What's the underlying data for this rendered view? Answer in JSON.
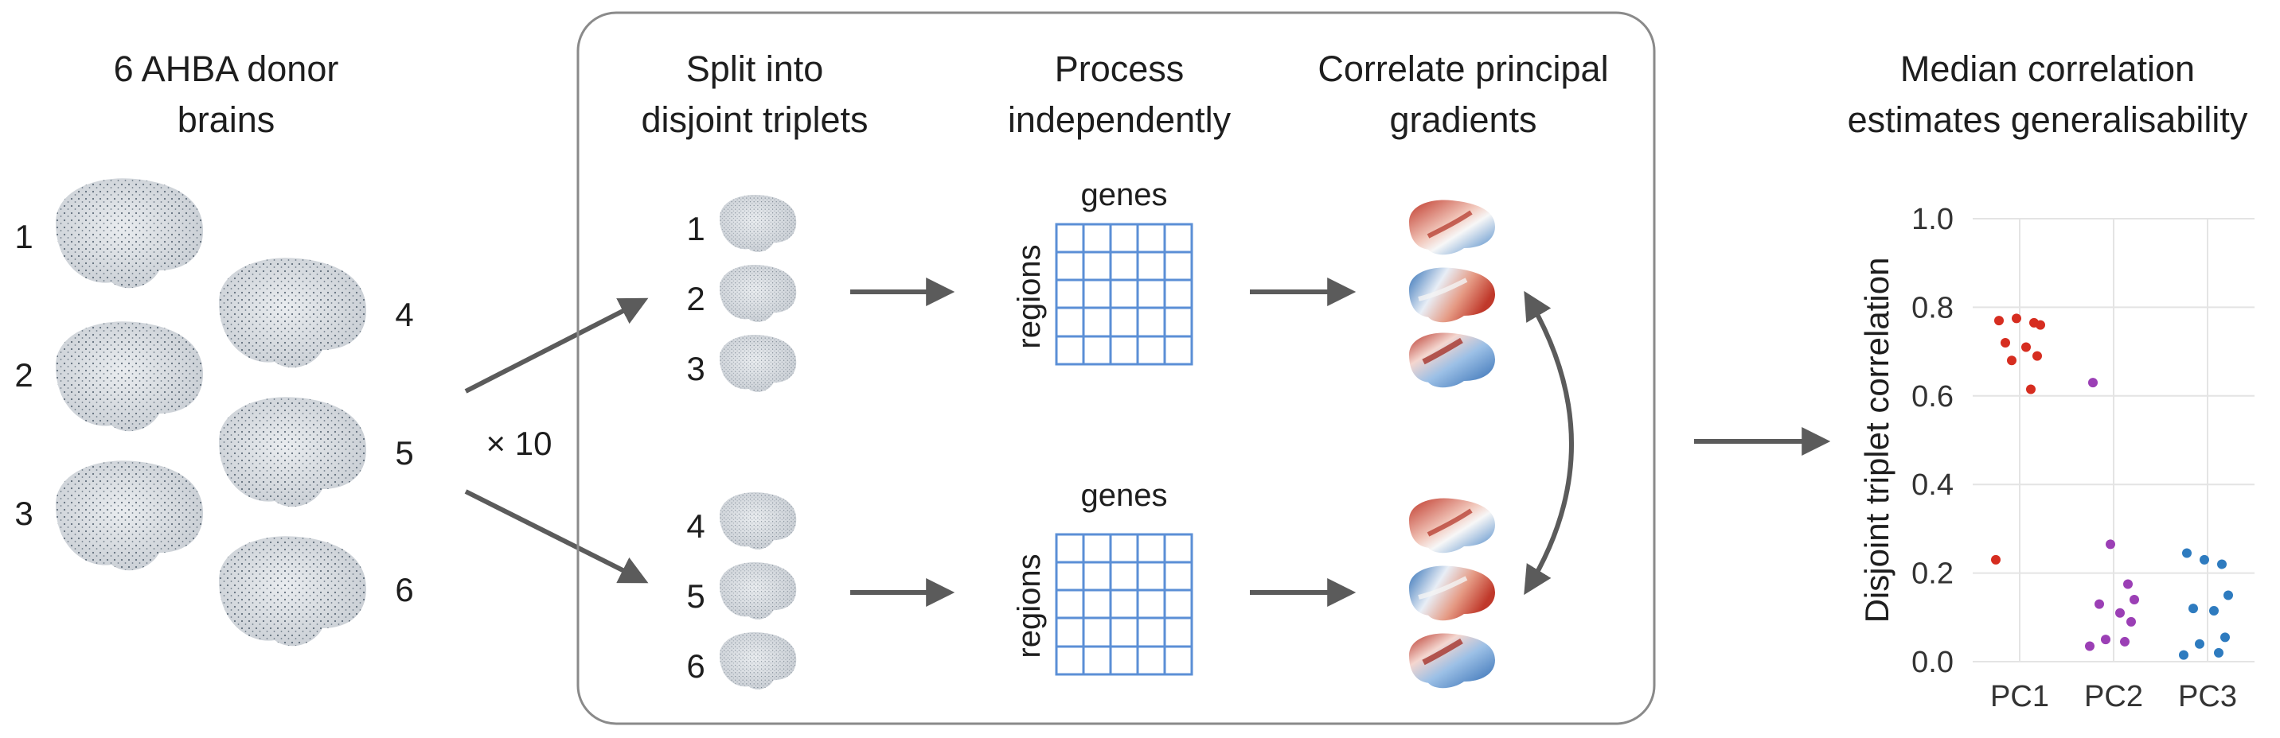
{
  "headings": {
    "donors_line1": "6 AHBA donor",
    "donors_line2": "brains",
    "split_line1": "Split into",
    "split_line2": "disjoint triplets",
    "process_line1": "Process",
    "process_line2": "independently",
    "correlate_line1": "Correlate principal",
    "correlate_line2": "gradients",
    "median_line1": "Median correlation",
    "median_line2": "estimates generalisability"
  },
  "donor_labels": [
    "1",
    "2",
    "3",
    "4",
    "5",
    "6"
  ],
  "repeat_label": "× 10",
  "matrix": {
    "top_label": "genes",
    "side_label": "regions"
  },
  "colors": {
    "red": "#d62d20",
    "purple": "#9b3fb5",
    "blue": "#2e7bbf",
    "arrow": "#5b5b5b",
    "grid": "#5b8fd6"
  },
  "chart_data": {
    "type": "scatter",
    "ylabel": "Disjoint triplet correlation",
    "categories": [
      "PC1",
      "PC2",
      "PC3"
    ],
    "ylim": [
      0,
      1.0
    ],
    "yticks": [
      "0.0",
      "0.2",
      "0.4",
      "0.6",
      "0.8",
      "1.0"
    ],
    "grid": true,
    "series": [
      {
        "category": "PC1",
        "color": "#d62d20",
        "values": [
          0.77,
          0.775,
          0.765,
          0.76,
          0.72,
          0.71,
          0.69,
          0.68,
          0.615,
          0.23
        ]
      },
      {
        "category": "PC2",
        "color": "#9b3fb5",
        "values": [
          0.63,
          0.265,
          0.175,
          0.14,
          0.13,
          0.11,
          0.09,
          0.05,
          0.045,
          0.035
        ]
      },
      {
        "category": "PC3",
        "color": "#2e7bbf",
        "values": [
          0.245,
          0.23,
          0.22,
          0.15,
          0.12,
          0.115,
          0.055,
          0.04,
          0.02,
          0.015
        ]
      }
    ]
  }
}
